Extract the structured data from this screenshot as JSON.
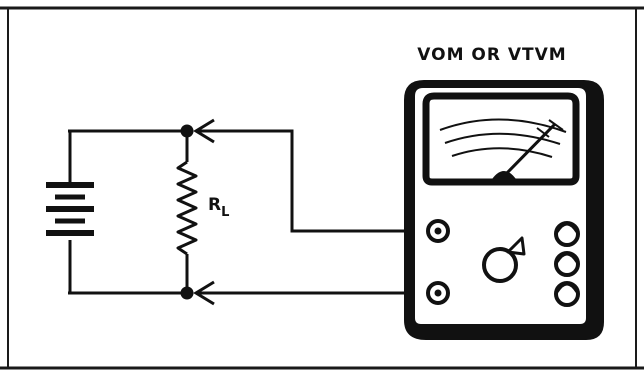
{
  "meter": {
    "title": "VOM OR VTVM"
  },
  "resistor": {
    "label_main": "R",
    "label_sub": "L"
  },
  "colors": {
    "ink": "#111111",
    "paper": "#ffffff",
    "frame": "#1a1a1a"
  },
  "icons": [
    "battery-icon",
    "resistor-icon",
    "meter-icon",
    "probe-arrow-icon",
    "knob-icon",
    "jack-icon"
  ]
}
